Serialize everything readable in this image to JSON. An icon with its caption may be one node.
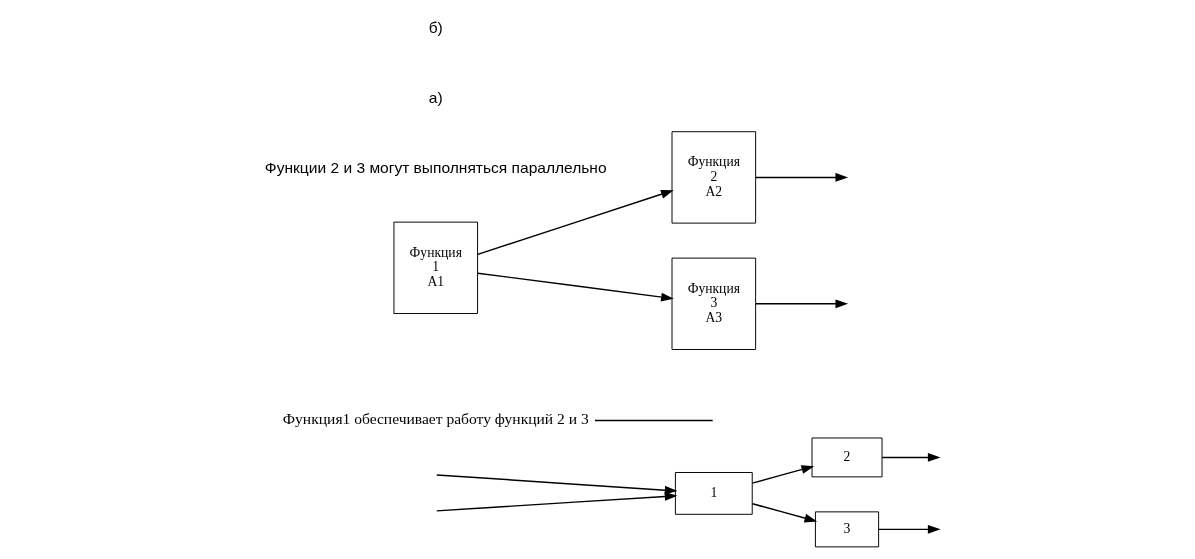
{
  "diagram": {
    "nodes": [
      {
        "text": [
          "1"
        ]
      },
      {
        "text": [
          "2"
        ]
      },
      {
        "text": [
          "3"
        ]
      },
      {
        "text": [
          "Функция1 обеспечивает работу функций 2 и 3"
        ]
      },
      {
        "text": [
          "Функция",
          "1",
          "A1"
        ]
      },
      {
        "text": [
          "Функция",
          "2",
          "A2"
        ]
      },
      {
        "text": [
          "Функция",
          "3",
          "A3"
        ]
      }
    ],
    "edges": [
      {
        "from": null,
        "to": 0,
        "arrow": "to"
      },
      {
        "from": null,
        "to": 0,
        "arrow": "to"
      },
      {
        "from": 0,
        "to": 1,
        "arrow": "to"
      },
      {
        "from": 0,
        "to": 2,
        "arrow": "to"
      },
      {
        "from": 1,
        "to": null,
        "arrow": "to"
      },
      {
        "from": 2,
        "to": null,
        "arrow": "to"
      },
      {
        "from": 3,
        "to": null,
        "arrow": "none"
      },
      {
        "from": 4,
        "to": 5,
        "arrow": "to"
      },
      {
        "from": 4,
        "to": 6,
        "arrow": "to"
      },
      {
        "from": 5,
        "to": null,
        "arrow": "to"
      },
      {
        "from": 6,
        "to": null,
        "arrow": "to"
      }
    ],
    "labels": [
      "Функции 2 и 3 могут выполняться параллельно",
      "а)",
      "б)"
    ]
  }
}
